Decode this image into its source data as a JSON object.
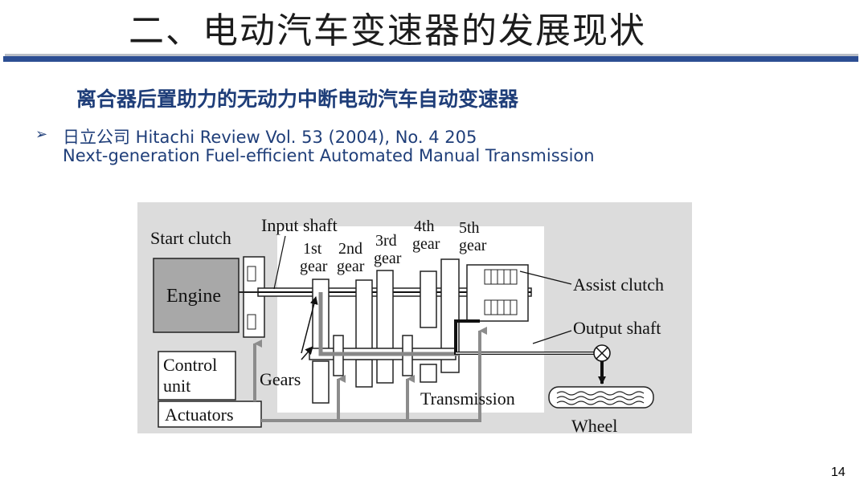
{
  "slide": {
    "title": "二、电动汽车变速器的发展现状",
    "subtitle": "离合器后置助力的无动力中断电动汽车自动变速器",
    "bullet_marker": "➢",
    "reference": {
      "line1": "日立公司 Hitachi Review Vol. 53 (2004), No. 4 205",
      "line2": "Next-generation Fuel-efficient Automated Manual Transmission"
    },
    "page_number": "14"
  },
  "diagram": {
    "labels": {
      "start_clutch": "Start clutch",
      "input_shaft": "Input shaft",
      "gear_1_a": "1st",
      "gear_1_b": "gear",
      "gear_2_a": "2nd",
      "gear_2_b": "gear",
      "gear_3_a": "3rd",
      "gear_3_b": "gear",
      "gear_4_a": "4th",
      "gear_4_b": "gear",
      "gear_5_a": "5th",
      "gear_5_b": "gear",
      "engine": "Engine",
      "assist_clutch": "Assist clutch",
      "output_shaft": "Output shaft",
      "control_unit_a": "Control",
      "control_unit_b": "unit",
      "actuators": "Actuators",
      "gears": "Gears",
      "transmission": "Transmission",
      "wheel": "Wheel"
    },
    "colors": {
      "panel_bg": "#dcdcdc",
      "engine_fill": "#a8a8a8",
      "arrow_gray": "#8c8c8c"
    }
  }
}
